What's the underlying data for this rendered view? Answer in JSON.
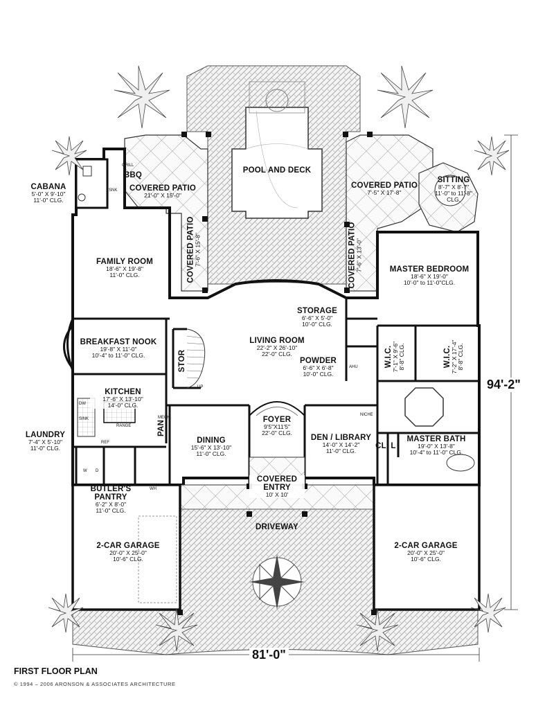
{
  "plan_title": "FIRST FLOOR PLAN",
  "copyright": "© 1994 – 2006 ARONSON & ASSOCIATES ARCHITECTURE",
  "overall": {
    "width": "81'-0\"",
    "depth": "94'-2\""
  },
  "rooms": {
    "pool": {
      "name": "POOL AND DECK"
    },
    "bbq": {
      "name": "BBQ"
    },
    "cabana": {
      "name": "CABANA",
      "dims": "5'-0\" X 9'-10\"",
      "clg": "11'-0\" CLG."
    },
    "patio_left": {
      "name": "COVERED PATIO",
      "dims": "21'-0\" X 15'-0\""
    },
    "patio_left_side": {
      "name": "COVERED PATIO",
      "dims": "7'-6\" X 15'-8\""
    },
    "patio_right": {
      "name": "COVERED PATIO",
      "dims": "7'-5\" X 17'-8\""
    },
    "patio_right_side": {
      "name": "COVERED PATIO",
      "dims": "7'-6\" X 13'-0\""
    },
    "sitting": {
      "name": "SITTING",
      "dims": "8'-7\" X 8'-7\"",
      "clg": "11'-0\" to 11'-8\" CLG."
    },
    "family": {
      "name": "FAMILY ROOM",
      "dims": "18'-6\" X 19'-8\"",
      "clg": "11'-0\" CLG."
    },
    "master_bed": {
      "name": "MASTER BEDROOM",
      "dims": "18'-6\" X 19'-0\"",
      "clg": "10'-0\" to 11'-0\"CLG."
    },
    "storage": {
      "name": "STORAGE",
      "dims": "6'-6\" X 5'-0\"",
      "clg": "10'-0\" CLG."
    },
    "breakfast": {
      "name": "BREAKFAST NOOK",
      "dims": "19'-8\" X 11'-0\"",
      "clg": "10'-4\" to 11'-0\" CLG."
    },
    "stor": {
      "name": "STOR"
    },
    "living": {
      "name": "LIVING ROOM",
      "dims": "22'-2\" X 26'-10\"",
      "clg": "22'-0\" CLG."
    },
    "powder": {
      "name": "POWDER",
      "dims": "6'-6\" X 6'-8\"",
      "clg": "10'-0\" CLG."
    },
    "wic1": {
      "name": "W.I.C.",
      "dims": "7'-1\" X 9'-6\"",
      "clg": "8'-8\" CLG."
    },
    "wic2": {
      "name": "W.I.C.",
      "dims": "7'-2\" X 17'-4\"",
      "clg": "8'-8\" CLG."
    },
    "kitchen": {
      "name": "KITCHEN",
      "dims": "17'-6\" X 13'-10\"",
      "clg": "14'-0\" CLG."
    },
    "pan": {
      "name": "PAN"
    },
    "foyer": {
      "name": "FOYER",
      "dims": "9'5\"X11'5\"",
      "clg": "22'-0\" CLG."
    },
    "dining": {
      "name": "DINING",
      "dims": "15'-6\" X 13'-10\"",
      "clg": "11'-0\" CLG."
    },
    "den": {
      "name": "DEN / LIBRARY",
      "dims": "14'-0\" X 14'-2\"",
      "clg": "11'-0\" CLG."
    },
    "cl": {
      "name": "CL"
    },
    "l": {
      "name": "L"
    },
    "master_bath": {
      "name": "MASTER BATH",
      "dims": "19'-0\" X 13'-8\"",
      "clg": "10'-4\" to 11'-0\" CLG."
    },
    "laundry": {
      "name": "LAUNDRY",
      "dims": "7'-4\" X 5'-10\"",
      "clg": "11'-0\" CLG."
    },
    "covered_entry": {
      "name": "COVERED ENTRY",
      "dims": "10' X 10'"
    },
    "butlers": {
      "name": "BUTLER'S PANTRY",
      "dims": "6'-2\" X 8'-0\"",
      "clg": "11'-0\" CLG."
    },
    "driveway": {
      "name": "DRIVEWAY"
    },
    "garage_left": {
      "name": "2-CAR GARAGE",
      "dims": "20'-0\" X 25'-0\"",
      "clg": "10'-6\" CLG."
    },
    "garage_right": {
      "name": "2-CAR GARAGE",
      "dims": "20'-0\" X 25'-0\"",
      "clg": "10'-6\" CLG."
    }
  },
  "fixtures": {
    "grill": "GRILL",
    "sink": "SNK",
    "up": "UP",
    "ahu": "AHU",
    "range": "RANGE",
    "dw": "DW",
    "ref": "REF",
    "sink2": "SINK",
    "wh": "WH",
    "w": "W",
    "d": "D",
    "niche": "NICHE",
    "mech": "MECH"
  }
}
